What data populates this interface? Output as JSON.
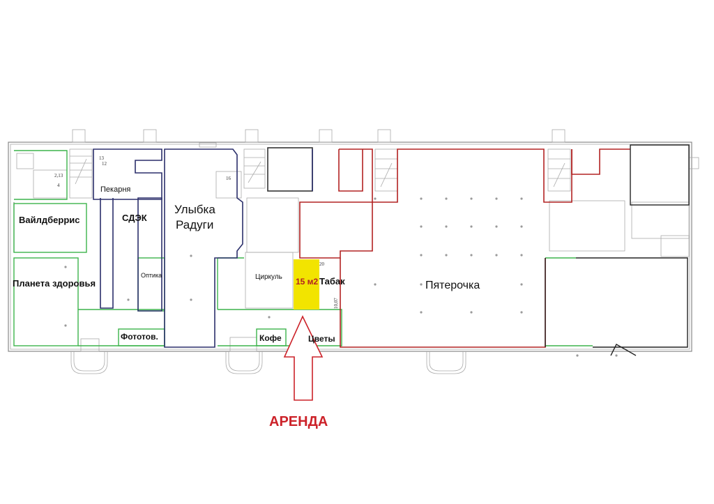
{
  "plan": {
    "colors": {
      "green": "#3cb44b",
      "red": "#b22222",
      "navy": "#2b2f6b",
      "highlight": "#f2e400",
      "accent_red": "#cc2229",
      "dark": "#222222",
      "wall": "#888888"
    },
    "tenants": {
      "wildberries": "Вайлдберрис",
      "planeta": "Планета здоровья",
      "bakery": "Пекарня",
      "sdek": "СДЭК",
      "optika": "Оптика",
      "fototov": "Фототов.",
      "ulybka_1": "Улыбка",
      "ulybka_2": "Радуги",
      "tsirkul": "Циркуль",
      "tabak": "Табак",
      "kofe": "Кофе",
      "tsvety": "Цветы",
      "pyaterochka": "Пятерочка"
    },
    "rental": {
      "area": "15 м2",
      "caption": "АРЕНДА",
      "dim_top": "20",
      "dim_side": "10,07"
    },
    "room_numbers": {
      "r213": "2,13",
      "r4": "4",
      "r13": "13",
      "r12": "12",
      "r16": "16"
    }
  }
}
